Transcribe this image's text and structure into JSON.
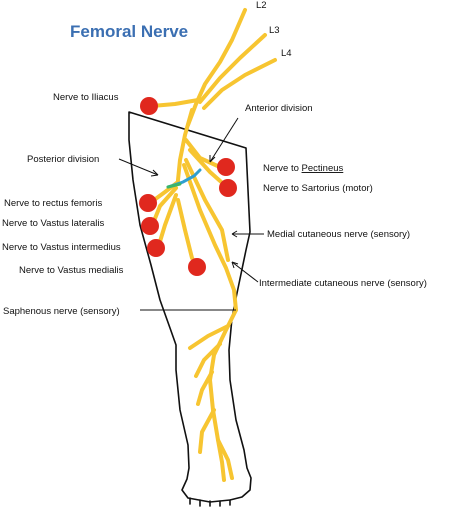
{
  "title": "Femoral Nerve",
  "roots": {
    "l2": "L2",
    "l3": "L3",
    "l4": "L4"
  },
  "labels": {
    "nerve_to_iliacus": "Nerve to Iliacus",
    "anterior_division": "Anterior division",
    "posterior_division": "Posterior division",
    "nerve_to_pectineus_prefix": "Nerve to ",
    "nerve_to_pectineus_underlined": "Pectineus",
    "nerve_to_sartorius": "Nerve to Sartorius (motor)",
    "nerve_to_rectus_femoris": "Nerve to rectus femoris",
    "nerve_to_vastus_lateralis": "Nerve to Vastus lateralis",
    "nerve_to_vastus_intermedius": "Nerve to Vastus intermedius",
    "nerve_to_vastus_medialis": "Nerve to Vastus medialis",
    "medial_cutaneous": "Medial cutaneous nerve (sensory)",
    "intermediate_cutaneous": "Intermediate cutaneous nerve (sensory)",
    "saphenous": "Saphenous nerve (sensory)"
  },
  "colors": {
    "title": "#3b6fb2",
    "nerve": "#f7c531",
    "muscle_dot": "#e0281e",
    "division_line": "#2f9fd0",
    "outline": "#111111"
  }
}
